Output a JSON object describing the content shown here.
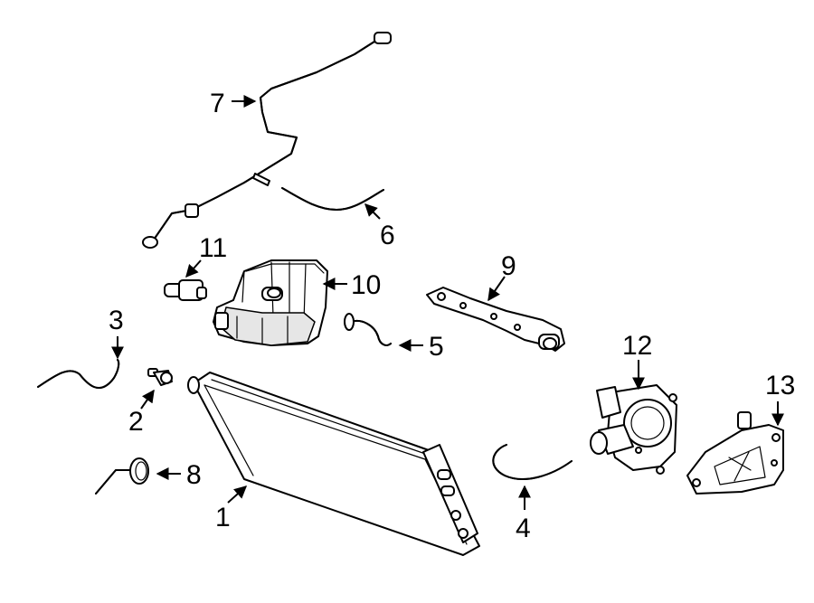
{
  "diagram": {
    "callouts": [
      {
        "id": "1",
        "label": "1"
      },
      {
        "id": "2",
        "label": "2"
      },
      {
        "id": "3",
        "label": "3"
      },
      {
        "id": "4",
        "label": "4"
      },
      {
        "id": "5",
        "label": "5"
      },
      {
        "id": "6",
        "label": "6"
      },
      {
        "id": "7",
        "label": "7"
      },
      {
        "id": "8",
        "label": "8"
      },
      {
        "id": "9",
        "label": "9"
      },
      {
        "id": "10",
        "label": "10"
      },
      {
        "id": "11",
        "label": "11"
      },
      {
        "id": "12",
        "label": "12"
      },
      {
        "id": "13",
        "label": "13"
      }
    ]
  },
  "colors": {
    "line": "#000000",
    "background": "#ffffff"
  }
}
